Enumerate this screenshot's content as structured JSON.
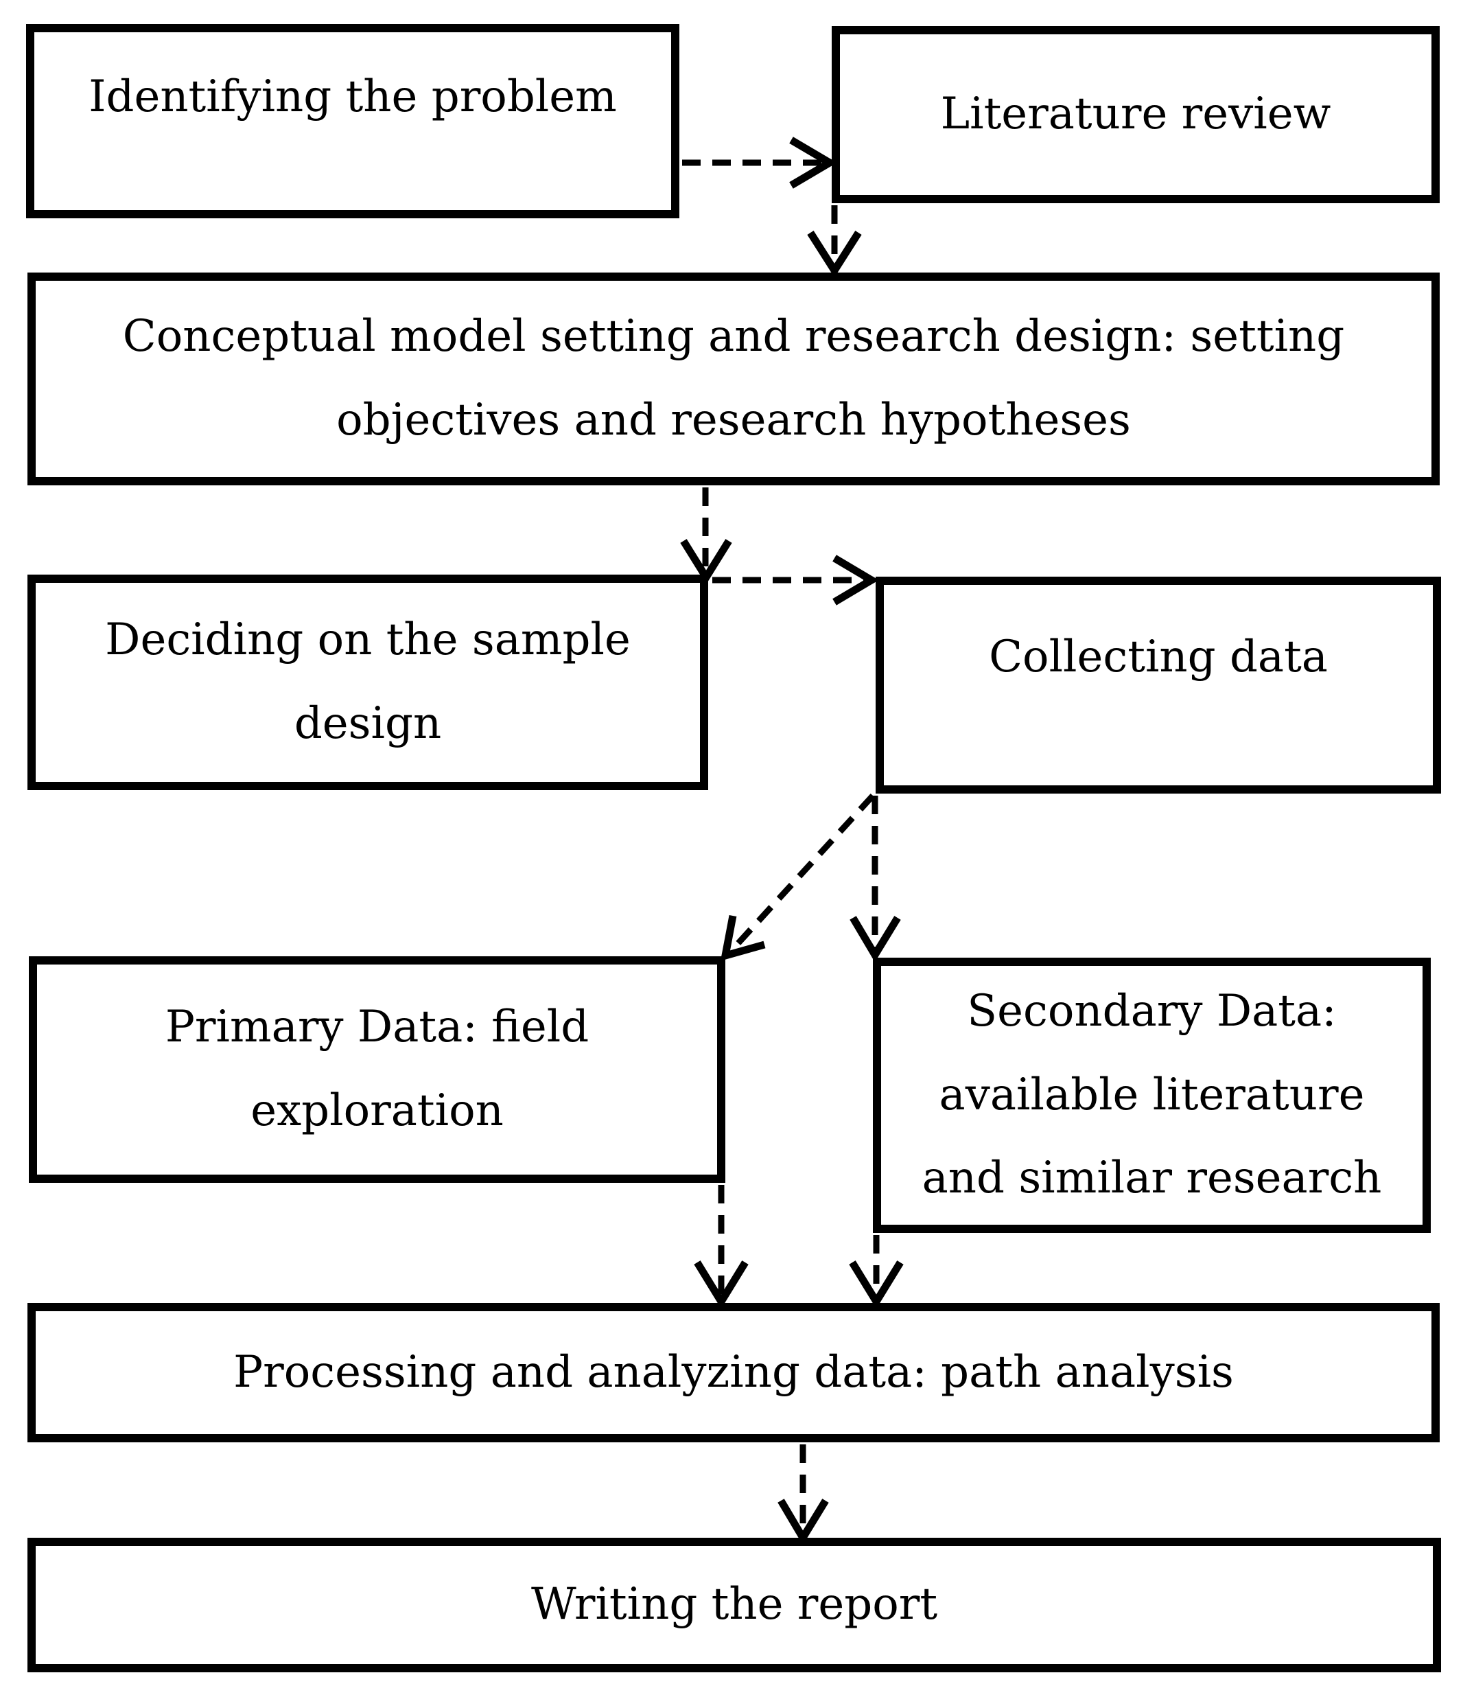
{
  "diagram": {
    "colors": {
      "background": "#ffffff",
      "line": "#000000",
      "text": "#000000"
    },
    "nodes": {
      "identifying_problem": {
        "label": "Identifying the problem"
      },
      "literature_review": {
        "label": "Literature review"
      },
      "conceptual_model": {
        "label": "Conceptual model setting and research design: setting\nobjectives and research hypotheses"
      },
      "sample_design": {
        "label": "Deciding on the sample\ndesign"
      },
      "collecting_data": {
        "label": "Collecting data"
      },
      "primary_data": {
        "label": "Primary Data: field\nexploration"
      },
      "secondary_data": {
        "label": "Secondary Data:\navailable literature\nand similar research"
      },
      "processing": {
        "label": "Processing and analyzing data: path analysis"
      },
      "writing_report": {
        "label": "Writing the report"
      }
    },
    "edges": [
      {
        "from": "identifying_problem",
        "to": "literature_review",
        "style": "dashed"
      },
      {
        "from": "literature_review",
        "to": "conceptual_model",
        "style": "dashed"
      },
      {
        "from": "conceptual_model",
        "to": "sample_design",
        "style": "dashed"
      },
      {
        "from": "conceptual_model",
        "to": "collecting_data",
        "style": "dashed"
      },
      {
        "from": "collecting_data",
        "to": "primary_data",
        "style": "dashed"
      },
      {
        "from": "collecting_data",
        "to": "secondary_data",
        "style": "dashed"
      },
      {
        "from": "primary_data",
        "to": "processing",
        "style": "dashed"
      },
      {
        "from": "secondary_data",
        "to": "processing",
        "style": "dashed"
      },
      {
        "from": "processing",
        "to": "writing_report",
        "style": "dashed"
      }
    ]
  }
}
